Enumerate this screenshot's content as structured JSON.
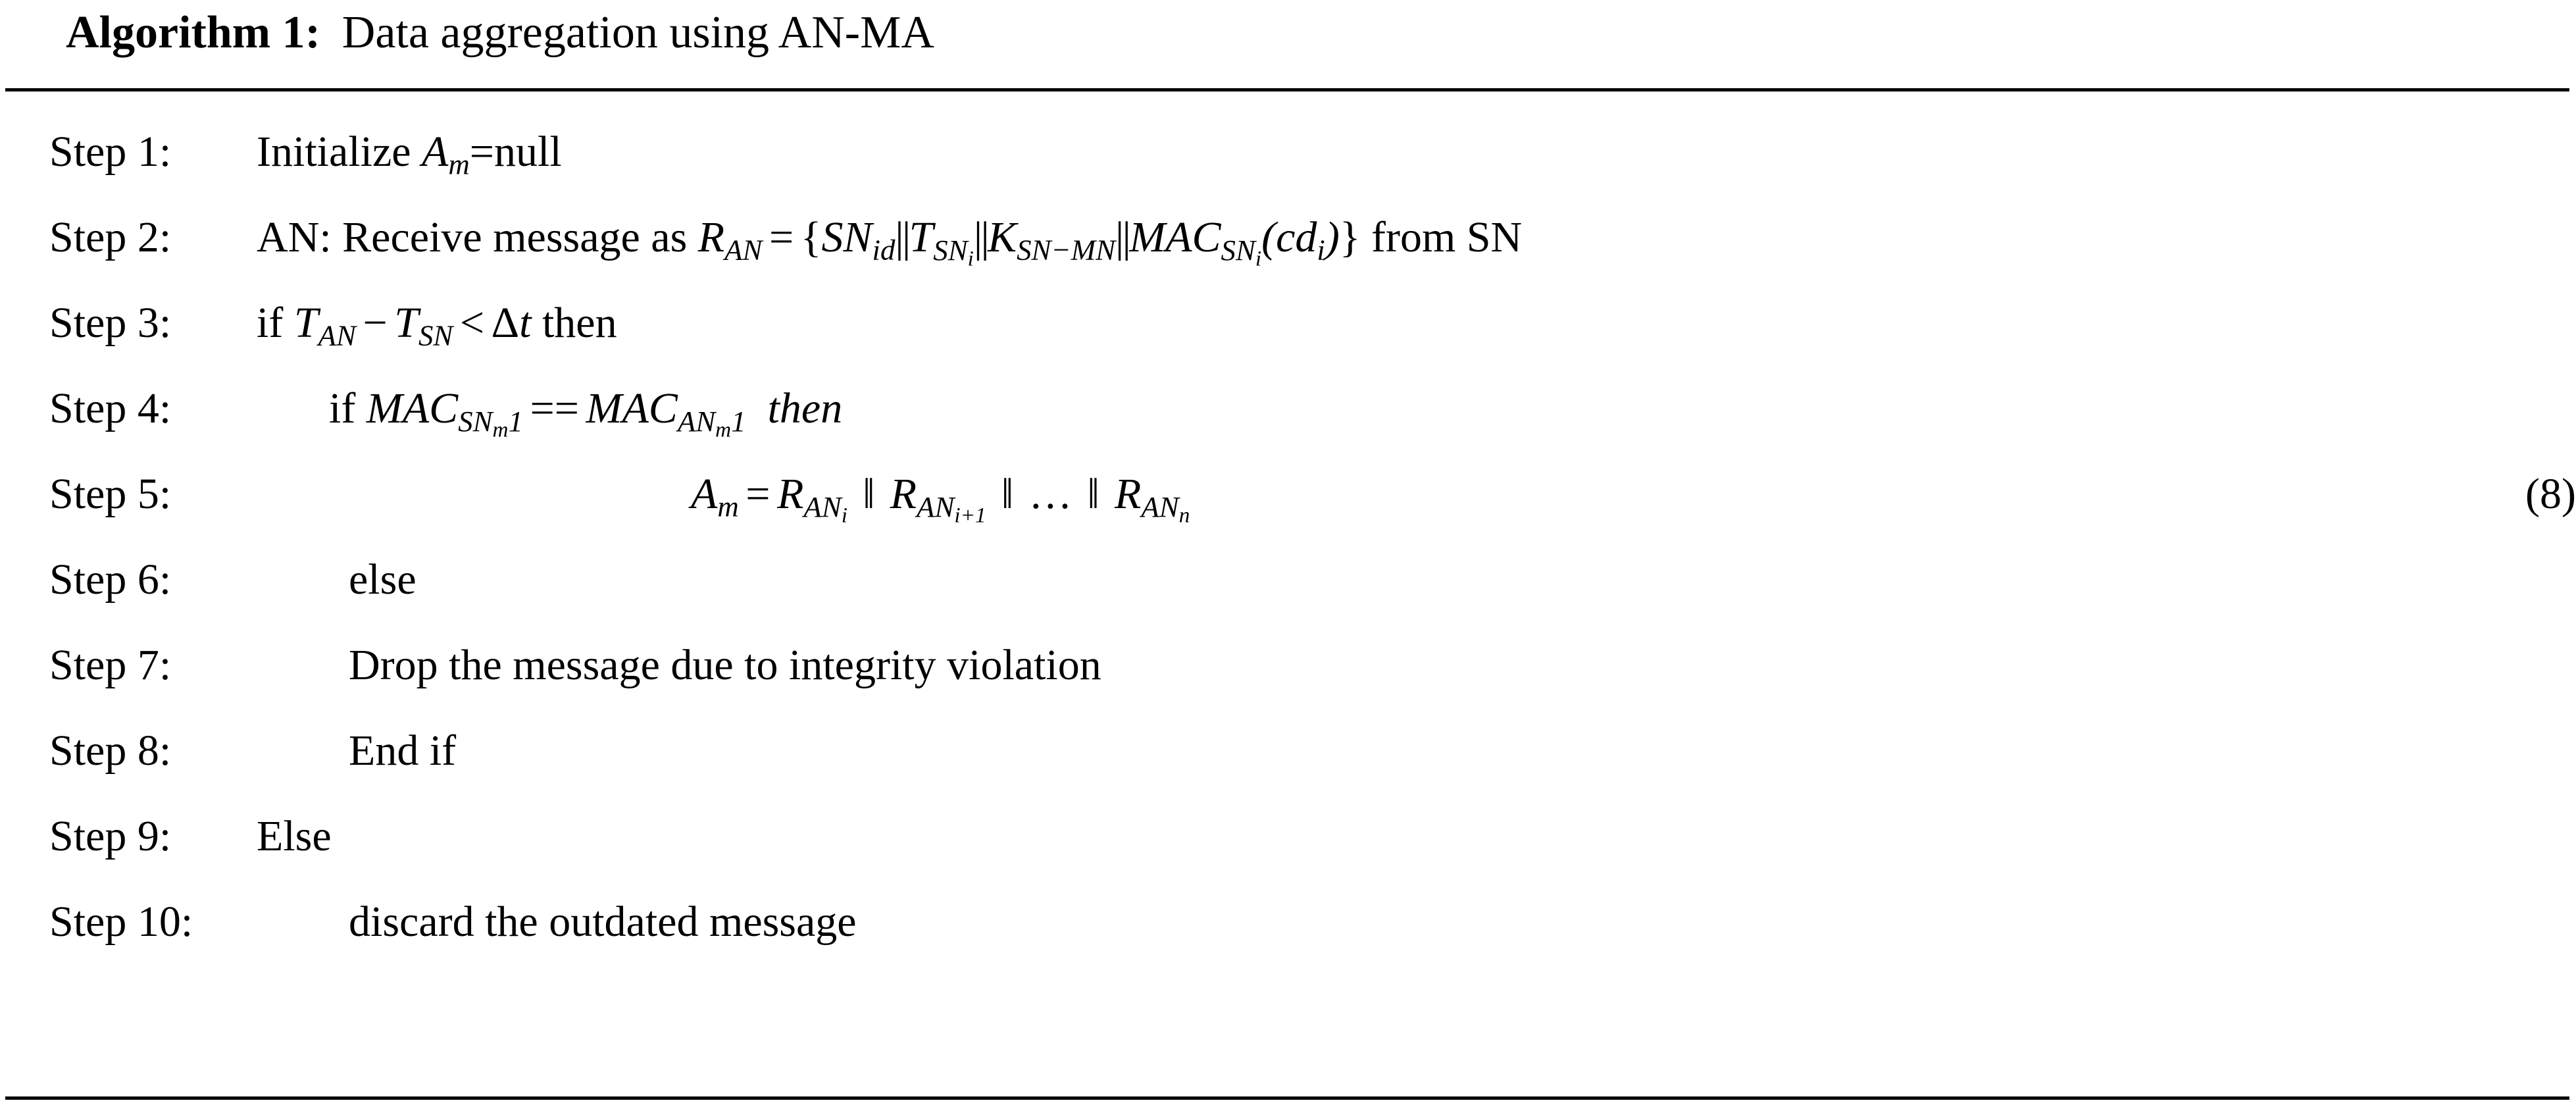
{
  "title": {
    "label": "Algorithm 1:",
    "name": "Data aggregation using AN-MA"
  },
  "equation_number": "(8)",
  "steps": [
    {
      "label": "Step 1:",
      "indent": "ind-0",
      "text": "Initialize A_m=null"
    },
    {
      "label": "Step 2:",
      "indent": "ind-0",
      "text": "AN: Receive message as R_AN = {SN_id||T_SN_i||K_SN−MN||MAC_SN_i(cd_i)} from SN"
    },
    {
      "label": "Step 3:",
      "indent": "ind-0",
      "text": "if T_AN − T_SN < Δt then"
    },
    {
      "label": "Step 4:",
      "indent": "ind-1",
      "text": "if MAC_SN_m1 == MAC_AN_m1 then"
    },
    {
      "label": "Step 5:",
      "indent": "ind-3",
      "text": "A_m = R_AN_i ‖ R_AN_i+1 ‖ … ‖ R_AN_n"
    },
    {
      "label": "Step 6:",
      "indent": "ind-2",
      "text": "else"
    },
    {
      "label": "Step 7:",
      "indent": "ind-2",
      "text": "Drop the message due to integrity violation"
    },
    {
      "label": "Step 8:",
      "indent": "ind-2",
      "text": "End if"
    },
    {
      "label": "Step 9:",
      "indent": "ind-0",
      "text": "Else"
    },
    {
      "label": "Step 10:",
      "indent": "ind-2",
      "text": "discard the outdated message"
    }
  ],
  "colors": {
    "text": "#000000",
    "background": "#ffffff",
    "rule": "#000000"
  }
}
